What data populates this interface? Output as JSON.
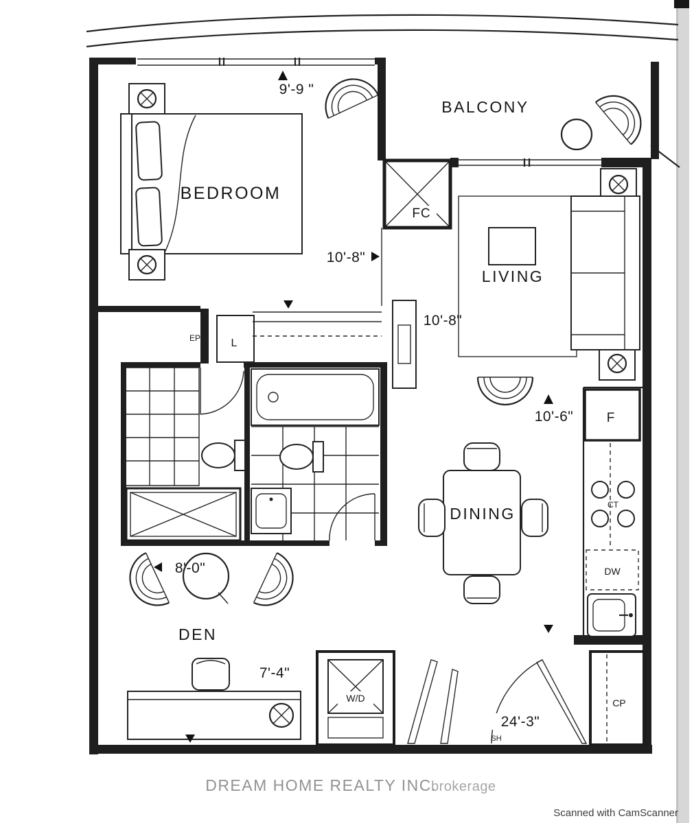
{
  "rooms": {
    "bedroom": "BEDROOM",
    "balcony": "BALCONY",
    "living": "LIVING",
    "dining": "DINING",
    "den": "DEN"
  },
  "fixtures": {
    "fan_coil": "FC",
    "electrical_panel": "EP",
    "linen_closet": "L",
    "fridge": "F",
    "cooktop": "CT",
    "dishwasher": "DW",
    "washer_dryer": "W/D",
    "coat_closet": "CP",
    "shelf": "SH"
  },
  "dimensions": {
    "bedroom_width": "9'-9 \"",
    "bedroom_depth": "10'-8\"",
    "living_width": "10'-8\"",
    "living_depth": "10'-6\"",
    "bathroom_width": "8'-0\"",
    "den_width": "7'-4\"",
    "unit_width": "24'-3\""
  },
  "footer": {
    "watermark_main": "DREAM HOME REALTY INC.",
    "watermark_sub": "brokerage",
    "scanner_credit": "Scanned with CamScanner"
  }
}
